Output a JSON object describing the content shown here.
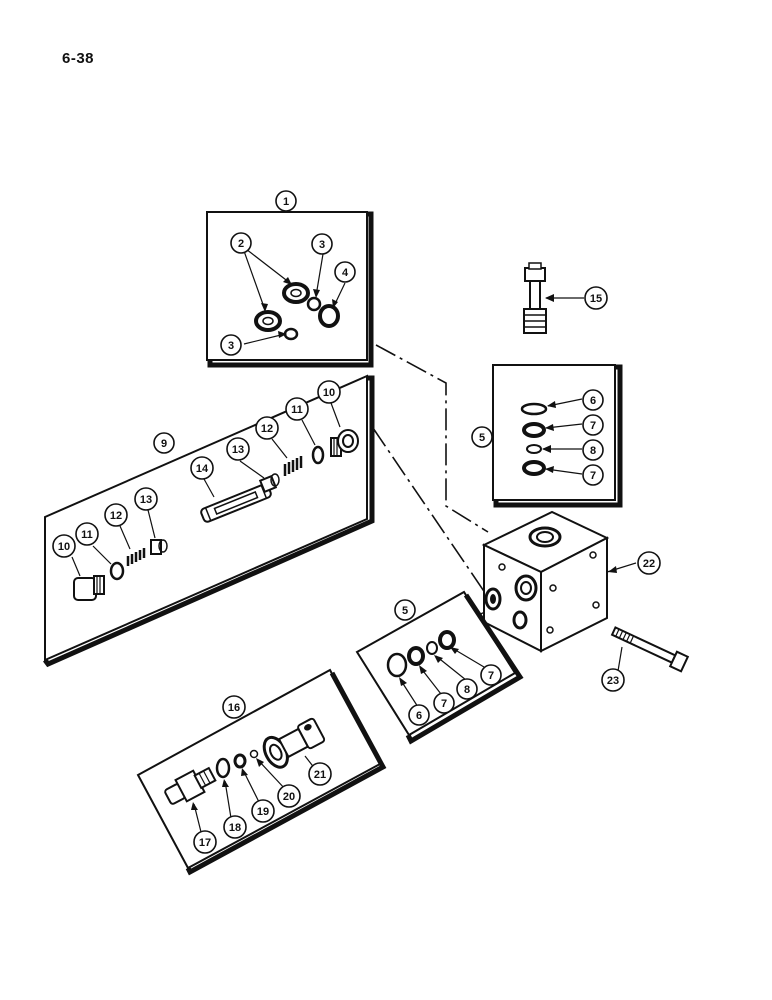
{
  "page": {
    "number": "6-38"
  },
  "colors": {
    "ink": "#111111",
    "paper": "#ffffff"
  },
  "callouts": [
    {
      "id": "c1",
      "label": "1"
    },
    {
      "id": "c2",
      "label": "2"
    },
    {
      "id": "c3a",
      "label": "3"
    },
    {
      "id": "c4",
      "label": "4"
    },
    {
      "id": "c3b",
      "label": "3"
    },
    {
      "id": "c15",
      "label": "15"
    },
    {
      "id": "c5a",
      "label": "5"
    },
    {
      "id": "c6a",
      "label": "6"
    },
    {
      "id": "c7a",
      "label": "7"
    },
    {
      "id": "c8a",
      "label": "8"
    },
    {
      "id": "c7b",
      "label": "7"
    },
    {
      "id": "c9",
      "label": "9"
    },
    {
      "id": "c10a",
      "label": "10"
    },
    {
      "id": "c11a",
      "label": "11"
    },
    {
      "id": "c12a",
      "label": "12"
    },
    {
      "id": "c13a",
      "label": "13"
    },
    {
      "id": "c14",
      "label": "14"
    },
    {
      "id": "c13b",
      "label": "13"
    },
    {
      "id": "c12b",
      "label": "12"
    },
    {
      "id": "c11b",
      "label": "11"
    },
    {
      "id": "c10b",
      "label": "10"
    },
    {
      "id": "c22",
      "label": "22"
    },
    {
      "id": "c5b",
      "label": "5"
    },
    {
      "id": "c6b",
      "label": "6"
    },
    {
      "id": "c7c",
      "label": "7"
    },
    {
      "id": "c8b",
      "label": "8"
    },
    {
      "id": "c7d",
      "label": "7"
    },
    {
      "id": "c23",
      "label": "23"
    },
    {
      "id": "c16",
      "label": "16"
    },
    {
      "id": "c17",
      "label": "17"
    },
    {
      "id": "c18",
      "label": "18"
    },
    {
      "id": "c19",
      "label": "19"
    },
    {
      "id": "c20",
      "label": "20"
    },
    {
      "id": "c21",
      "label": "21"
    }
  ]
}
